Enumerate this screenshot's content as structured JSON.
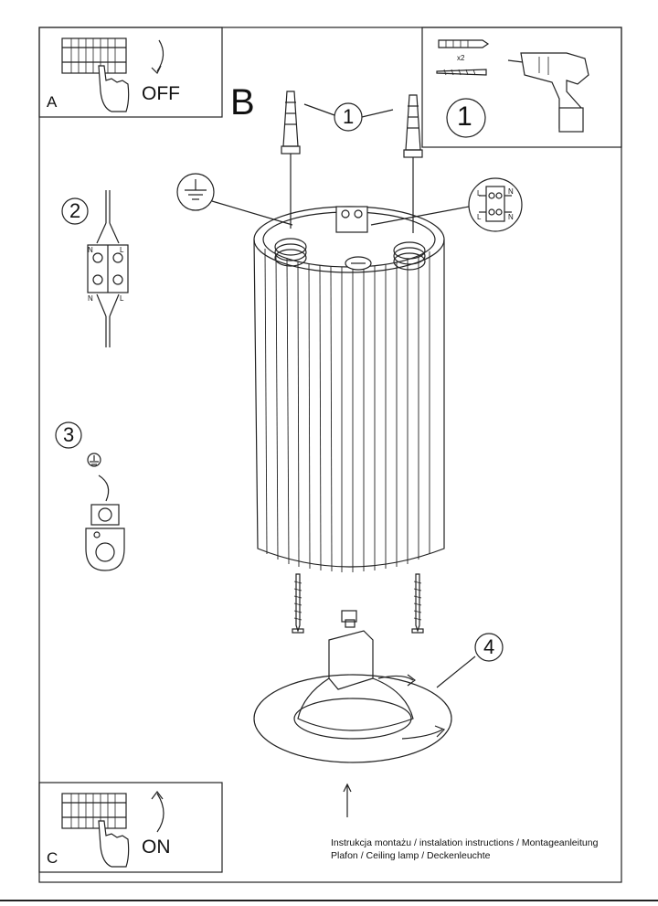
{
  "panel_a": {
    "letter": "A",
    "state": "OFF"
  },
  "panel_b": {
    "letter": "B",
    "callout": "1"
  },
  "panel_c": {
    "letter": "C",
    "state": "ON"
  },
  "tools": {
    "step": "1",
    "count": "x2"
  },
  "steps": {
    "two": "2",
    "three": "3",
    "four": "4"
  },
  "terminal": {
    "n": "N",
    "l": "L"
  },
  "caption": {
    "line1": "Instrukcja montażu / instalation instructions / Montageanleitung",
    "line2": "Plafon / Ceiling lamp / Deckenleuchte"
  }
}
